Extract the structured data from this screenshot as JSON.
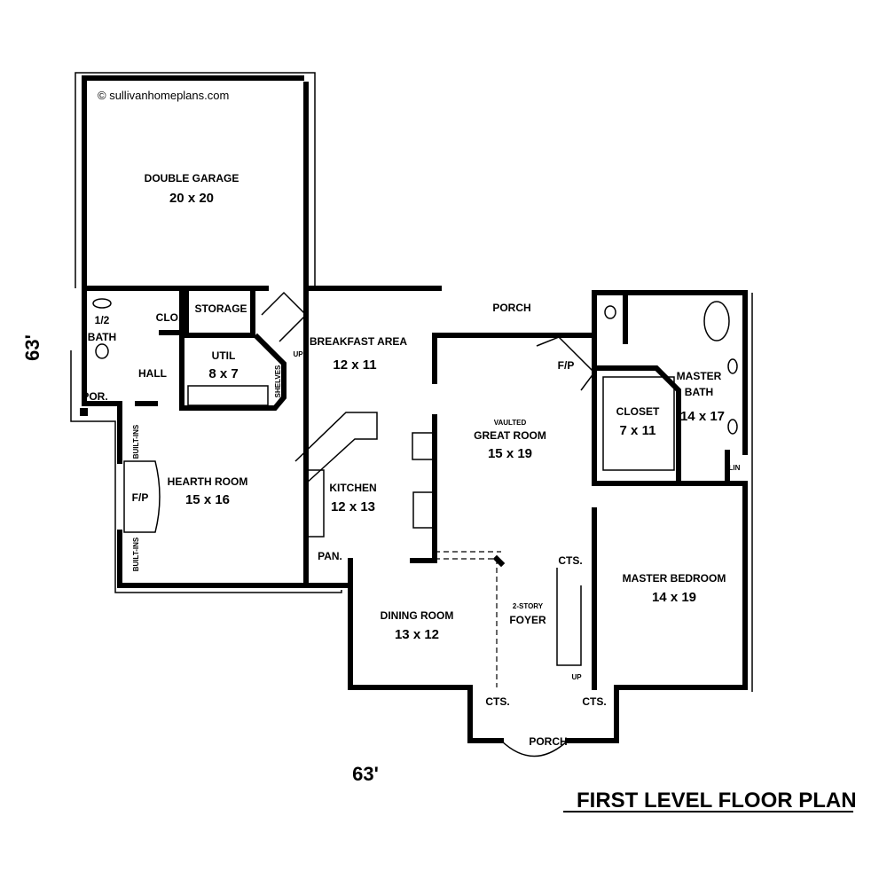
{
  "copyright": "© sullivanhomeplans.com",
  "title": "FIRST LEVEL FLOOR PLAN",
  "dimensions": {
    "width": "63'",
    "depth": "63'"
  },
  "rooms": {
    "garage": {
      "name": "DOUBLE GARAGE",
      "size": "20 x 20"
    },
    "half_bath": {
      "name_1": "1/2",
      "name_2": "BATH"
    },
    "closet_small": {
      "name": "CLO."
    },
    "storage": {
      "name": "STORAGE"
    },
    "hall": {
      "name": "HALL"
    },
    "util": {
      "name": "UTIL",
      "size": "8 x 7"
    },
    "porch_side": {
      "name": "POR."
    },
    "breakfast": {
      "name": "BREAKFAST AREA",
      "size": "12 x 11"
    },
    "porch_rear": {
      "name": "PORCH"
    },
    "great_room": {
      "note": "VAULTED",
      "name": "GREAT ROOM",
      "size": "15 x 19"
    },
    "hearth": {
      "name": "HEARTH ROOM",
      "size": "15 x 16"
    },
    "kitchen": {
      "name": "KITCHEN",
      "size": "12 x 13"
    },
    "pantry": {
      "name": "PAN."
    },
    "dining": {
      "name": "DINING ROOM",
      "size": "13 x 12"
    },
    "foyer": {
      "note": "2-STORY",
      "name": "FOYER"
    },
    "porch_front": {
      "name": "PORCH"
    },
    "master_bath": {
      "name_1": "MASTER",
      "name_2": "BATH",
      "size": "14 x 17"
    },
    "closet": {
      "name": "CLOSET",
      "size": "7 x 11"
    },
    "master_bed": {
      "name": "MASTER BEDROOM",
      "size": "14 x 19"
    }
  },
  "labels": {
    "fp_hearth": "F/P",
    "fp_great": "F/P",
    "builtins_top": "BUILT-INS",
    "builtins_bottom": "BUILT-INS",
    "shelves": "SHELVES",
    "up_rear": "UP",
    "up_front": "UP",
    "cts_stair": "CTS.",
    "cts_left": "CTS.",
    "cts_right": "CTS.",
    "lin": "LIN"
  }
}
